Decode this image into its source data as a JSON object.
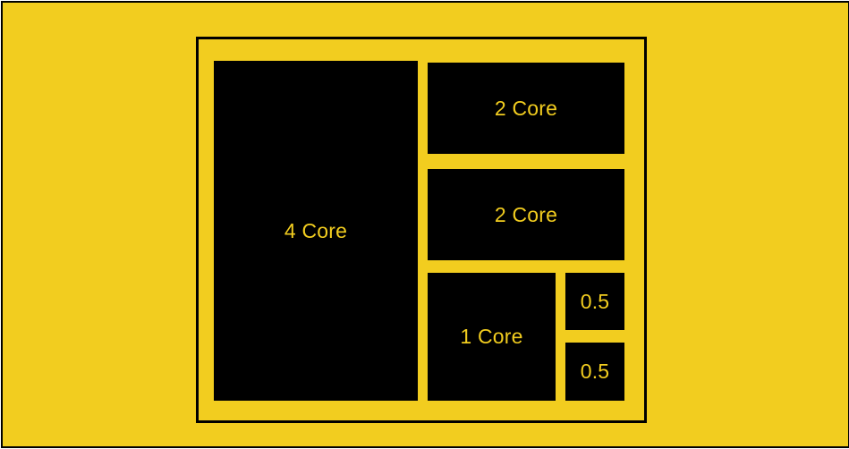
{
  "colors": {
    "background": "#F2CD1F",
    "block": "#000000",
    "label": "#F2CD1F",
    "outline": "#000000"
  },
  "blocks": [
    {
      "id": "block-4-core",
      "label": "4 Core"
    },
    {
      "id": "block-2-core-top",
      "label": "2 Core"
    },
    {
      "id": "block-2-core-middle",
      "label": "2 Core"
    },
    {
      "id": "block-1-core",
      "label": "1 Core"
    },
    {
      "id": "block-half-core-top",
      "label": "0.5"
    },
    {
      "id": "block-half-core-bottom",
      "label": "0.5"
    }
  ]
}
